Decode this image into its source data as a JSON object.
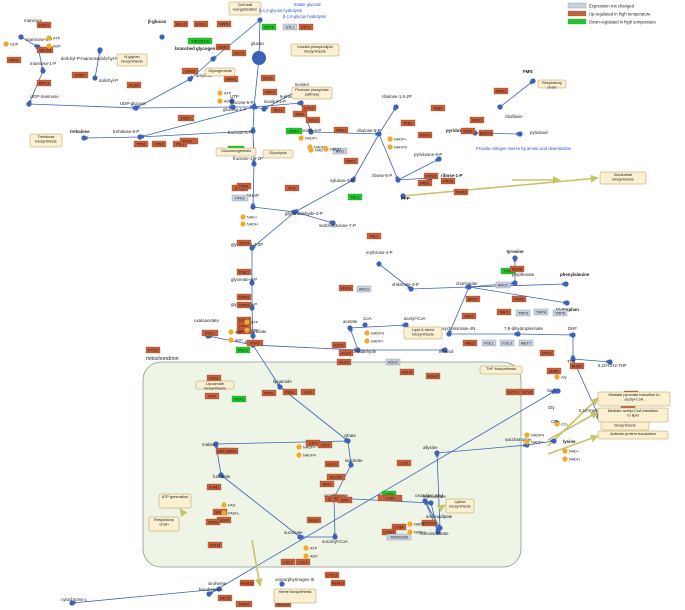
{
  "legend": [
    {
      "label": "Expression not changed",
      "color": "#c9d3e0"
    },
    {
      "label": "Up-regulated in high temperature",
      "color": "#c8603a"
    },
    {
      "label": "Down-regulated in high temperature",
      "color": "#22c72a"
    }
  ],
  "colors": {
    "metabolite": "#3b62b6",
    "cofactor": "#f0aa28",
    "arrow": "#3a64b8",
    "process_fill": "#fbf0d2",
    "process_stroke": "#b79a55",
    "mito_fill": "#eef5e6",
    "mito_stroke": "#8a9a8a",
    "link_text": "#2c4fc9"
  },
  "compartment": {
    "label": "mitochondrion"
  },
  "metabolites": [
    {
      "label": "mannose"
    },
    {
      "label": "mannose-6-P"
    },
    {
      "label": "mannose-1-P"
    },
    {
      "label": "UDP-mannose"
    },
    {
      "label": "dolichyl-P-mannose"
    },
    {
      "label": "dolichyl-P-glucose"
    },
    {
      "label": "dolichyl-P"
    },
    {
      "label": "β-glucan"
    },
    {
      "label": "glucose"
    },
    {
      "label": "branched glycogen"
    },
    {
      "label": "glucan"
    },
    {
      "label": "amylose"
    },
    {
      "label": "UDP-glucose"
    },
    {
      "label": "UTP"
    },
    {
      "label": "glucose-1-P"
    },
    {
      "label": "inositol-3-P"
    },
    {
      "label": "inositol"
    },
    {
      "label": "glucose-6-P"
    },
    {
      "label": "trehalose"
    },
    {
      "label": "trehalose-6-P"
    },
    {
      "label": "fructose-6-P"
    },
    {
      "label": "6-phosphogluconolactone"
    },
    {
      "label": "gluconate-6-P"
    },
    {
      "label": "ribulose-5-P"
    },
    {
      "label": "ribulose-1,5-2P"
    },
    {
      "label": "riboflavin"
    },
    {
      "label": "FMN"
    },
    {
      "label": "pyridoxal-5-P"
    },
    {
      "label": "pyridoxal"
    },
    {
      "label": "pyridoxine-5-P"
    },
    {
      "label": "xylulose-5-P"
    },
    {
      "label": "ribose-5-P"
    },
    {
      "label": "ribose-1-P"
    },
    {
      "label": "PPP"
    },
    {
      "label": "fructose-1,6-2P"
    },
    {
      "label": "DHAP"
    },
    {
      "label": "glyceraldehyde-3-P"
    },
    {
      "label": "sedoheptulose-7-P"
    },
    {
      "label": "glycerate-1,3-2P"
    },
    {
      "label": "glycerate-3-P"
    },
    {
      "label": "glycerate-2-P"
    },
    {
      "label": "P-enolpyruvate"
    },
    {
      "label": "pyruvate"
    },
    {
      "label": "oxaloacetate"
    },
    {
      "label": "erythrose-4-P"
    },
    {
      "label": "shikimate-3-P"
    },
    {
      "label": "chorismate"
    },
    {
      "label": "prephenate"
    },
    {
      "label": "tyrosine"
    },
    {
      "label": "phenylalanine"
    },
    {
      "label": "tryptophan"
    },
    {
      "label": "deoxychorismate-4N"
    },
    {
      "label": "7,8-dihydropterinate"
    },
    {
      "label": "DHF"
    },
    {
      "label": "THF"
    },
    {
      "label": "5,10-methenyl-THF"
    },
    {
      "label": "10-formyl-THF"
    },
    {
      "label": "5,10-CH2-THF"
    },
    {
      "label": "acetate"
    },
    {
      "label": "CoA"
    },
    {
      "label": "acetyl-CoA"
    },
    {
      "label": "acetaldehyde"
    },
    {
      "label": "ethanol"
    },
    {
      "label": "lipoamide"
    },
    {
      "label": "citrate"
    },
    {
      "label": "isocitrate"
    },
    {
      "label": "oxoglutarate"
    },
    {
      "label": "succinyl-CoA"
    },
    {
      "label": "succinate"
    },
    {
      "label": "fumarate"
    },
    {
      "label": "malate"
    },
    {
      "label": "homocitrate"
    },
    {
      "label": "homoisocitrate"
    },
    {
      "label": "oxoadipic acid"
    },
    {
      "label": "aminoadipate"
    },
    {
      "label": "allysine"
    },
    {
      "label": "saccharopine"
    },
    {
      "label": "lysine"
    },
    {
      "label": "uroporphyrinogen III"
    },
    {
      "label": "siroheme"
    },
    {
      "label": "ferroheme b"
    },
    {
      "label": "cytochrome c"
    },
    {
      "label": "Ser"
    },
    {
      "label": "Gly"
    },
    {
      "label": "CO₂"
    }
  ],
  "cofactors": [
    "ATP",
    "ADP",
    "NADH",
    "NAD+",
    "NADPH",
    "NADP+",
    "FAD",
    "FADH₂",
    "GDP",
    "Gly",
    "CO₂"
  ],
  "genes": [
    {
      "label": "VAN1"
    },
    {
      "label": "RAD1"
    },
    {
      "label": "SEC53"
    },
    {
      "label": "MPG1"
    },
    {
      "label": "DPM1"
    },
    {
      "label": "ALG5"
    },
    {
      "label": "BGL2"
    },
    {
      "label": "EXG1"
    },
    {
      "label": "SPR1"
    },
    {
      "label": "TBS1"
    },
    {
      "label": "YDR261W"
    },
    {
      "label": "HXT6"
    },
    {
      "label": "STL1"
    },
    {
      "label": "SKT1"
    },
    {
      "label": "GDB1"
    },
    {
      "label": "GLC3"
    },
    {
      "label": "GSY2"
    },
    {
      "label": "UGP1"
    },
    {
      "label": "GPH1"
    },
    {
      "label": "GLK1"
    },
    {
      "label": "HXK1"
    },
    {
      "label": "INO1"
    },
    {
      "label": "INM1"
    },
    {
      "label": "PGM2"
    },
    {
      "label": "ZWF1"
    },
    {
      "label": "SOL3"
    },
    {
      "label": "GND1"
    },
    {
      "label": "FBP1"
    },
    {
      "label": "PFK1"
    },
    {
      "label": "PFK2"
    },
    {
      "label": "TPS1"
    },
    {
      "label": "TPS2"
    },
    {
      "label": "TSL1"
    },
    {
      "label": "TPS3"
    },
    {
      "label": "FBA1"
    },
    {
      "label": "TPI1"
    },
    {
      "label": "TDH3"
    },
    {
      "label": "PGK1"
    },
    {
      "label": "GPM1"
    },
    {
      "label": "GPM3"
    },
    {
      "label": "ENO1"
    },
    {
      "label": "ENO2"
    },
    {
      "label": "PCK1"
    },
    {
      "label": "PYK1"
    },
    {
      "label": "PYK2"
    },
    {
      "label": "PYC2"
    },
    {
      "label": "PDC1"
    },
    {
      "label": "RPE1"
    },
    {
      "label": "RKI1"
    },
    {
      "label": "TKL1"
    },
    {
      "label": "TAL1"
    },
    {
      "label": "RIB1"
    },
    {
      "label": "RIB3"
    },
    {
      "label": "FMN1"
    },
    {
      "label": "SNO1"
    },
    {
      "label": "SNZ1"
    },
    {
      "label": "BUD16"
    },
    {
      "label": "PDX3"
    },
    {
      "label": "PGM3"
    },
    {
      "label": "PRS1"
    },
    {
      "label": "PRS3"
    },
    {
      "label": "PRS5"
    },
    {
      "label": "ARO4"
    },
    {
      "label": "ARO1"
    },
    {
      "label": "ARO2"
    },
    {
      "label": "ARO7"
    },
    {
      "label": "TYR1"
    },
    {
      "label": "ARO8"
    },
    {
      "label": "PHA2"
    },
    {
      "label": "TRP2"
    },
    {
      "label": "TRP3"
    },
    {
      "label": "TRP4"
    },
    {
      "label": "TRP5"
    },
    {
      "label": "ABZ1"
    },
    {
      "label": "ABZ2"
    },
    {
      "label": "FOL1"
    },
    {
      "label": "FOL3"
    },
    {
      "label": "MET7"
    },
    {
      "label": "DFR1"
    },
    {
      "label": "SHM1"
    },
    {
      "label": "SHM2"
    },
    {
      "label": "MTD1"
    },
    {
      "label": "MIS1"
    },
    {
      "label": "ADE3"
    },
    {
      "label": "LPD1"
    },
    {
      "label": "GCV1"
    },
    {
      "label": "GCV3"
    },
    {
      "label": "ALD4"
    },
    {
      "label": "ALD6"
    },
    {
      "label": "ACS1"
    },
    {
      "label": "ADH2"
    },
    {
      "label": "ADH3"
    },
    {
      "label": "ADH5"
    },
    {
      "label": "LIP5"
    },
    {
      "label": "PDA1"
    },
    {
      "label": "PDB1"
    },
    {
      "label": "LAT1"
    },
    {
      "label": "PDX1"
    },
    {
      "label": "CIT1"
    },
    {
      "label": "CIT3"
    },
    {
      "label": "MDH1"
    },
    {
      "label": "MDH3"
    },
    {
      "label": "ACO1"
    },
    {
      "label": "ACO2b"
    },
    {
      "label": "IDH1"
    },
    {
      "label": "IDH2"
    },
    {
      "label": "IDP1"
    },
    {
      "label": "IDP2"
    },
    {
      "label": "KGD2"
    },
    {
      "label": "LSC1"
    },
    {
      "label": "LSC2"
    },
    {
      "label": "FUM1"
    },
    {
      "label": "SDH1"
    },
    {
      "label": "SDH3"
    },
    {
      "label": "SDH4"
    },
    {
      "label": "SHH3"
    },
    {
      "label": "LYS21"
    },
    {
      "label": "LYS4"
    },
    {
      "label": "YIR0033W"
    },
    {
      "label": "LYS9"
    },
    {
      "label": "LYS1"
    },
    {
      "label": "LYS2"
    },
    {
      "label": "YER152C"
    },
    {
      "label": "LYS12"
    },
    {
      "label": "HEM13"
    },
    {
      "label": "HEM4"
    },
    {
      "label": "HEM14"
    },
    {
      "label": "HEM15"
    },
    {
      "label": "MET8"
    },
    {
      "label": "CYT2"
    },
    {
      "label": "PGM1"
    }
  ],
  "processes": [
    {
      "label": "Cell wall reorganization"
    },
    {
      "label": "Inositol phospholipid biosynthesis"
    },
    {
      "label": "N-glycan biosynthesis"
    },
    {
      "label": "Glycogenesis"
    },
    {
      "label": "Respiratory chain"
    },
    {
      "label": "Pentose phosphate pathway"
    },
    {
      "label": "Trehalose biosynthesis"
    },
    {
      "label": "Gluconeogenesis"
    },
    {
      "label": "Glycolysis"
    },
    {
      "label": "Nucleotide biosynthesis"
    },
    {
      "label": "Lipid & sterol biosynthesis"
    },
    {
      "label": "THF biosynthesis"
    },
    {
      "label": "Purine & pyrimidine biosynthesis"
    },
    {
      "label": "Lipoamide biosynthesis"
    },
    {
      "label": "Mediate pyruvate transition to acetyl-CoA"
    },
    {
      "label": "Mediate acetyl-CoA transition to lipid"
    },
    {
      "label": "Activate protein translation"
    },
    {
      "label": "ATP generation"
    },
    {
      "label": "Respiratory chain"
    },
    {
      "label": "Lysine biosynthesis"
    },
    {
      "label": "Heme biosynthesis"
    }
  ],
  "notes": [
    {
      "label": "β-1,3-glycan hydrolysis"
    },
    {
      "label": "β-1,6-glycan hydrolysis"
    },
    {
      "label": "Intake glucose"
    },
    {
      "label": "Provide nitrogen source by amino acid deamination"
    }
  ]
}
